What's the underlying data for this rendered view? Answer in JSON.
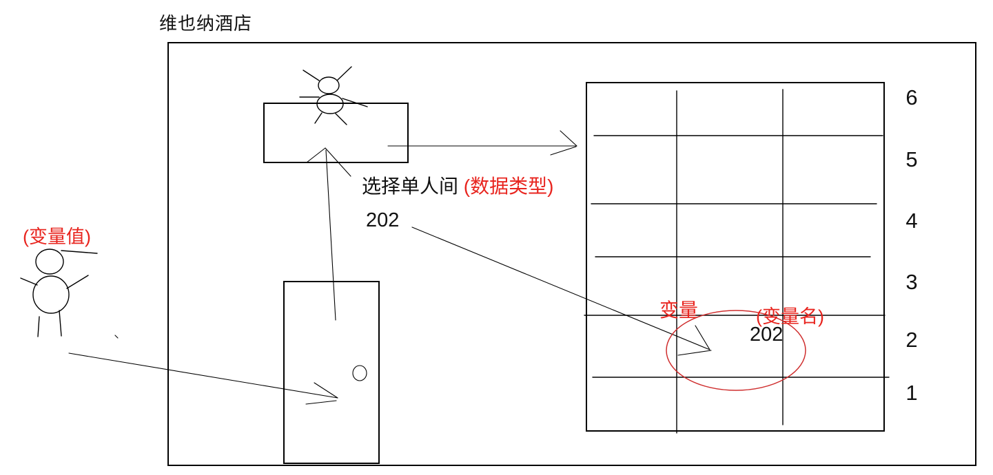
{
  "title": "维也纳酒店",
  "colors": {
    "ink": "#000000",
    "text": "#111111",
    "annotation_red": "#e8251f",
    "highlight_ellipse_red": "#cf2e2e",
    "background": "#ffffff"
  },
  "annotations": {
    "variable_value": "(变量值)",
    "choose_single_room": "选择单人间",
    "data_type": "(数据类型)",
    "room_number_note": "202",
    "variable": "变量",
    "variable_name": "(变量名)",
    "room_number_cell": "202"
  },
  "grid": {
    "floor_labels": [
      "6",
      "5",
      "4",
      "3",
      "2",
      "1"
    ],
    "columns": 3,
    "rows": 6
  },
  "icons": {
    "receptionist_figure": "stick-person",
    "guest_figure": "stick-person",
    "door_knob": "circle"
  }
}
